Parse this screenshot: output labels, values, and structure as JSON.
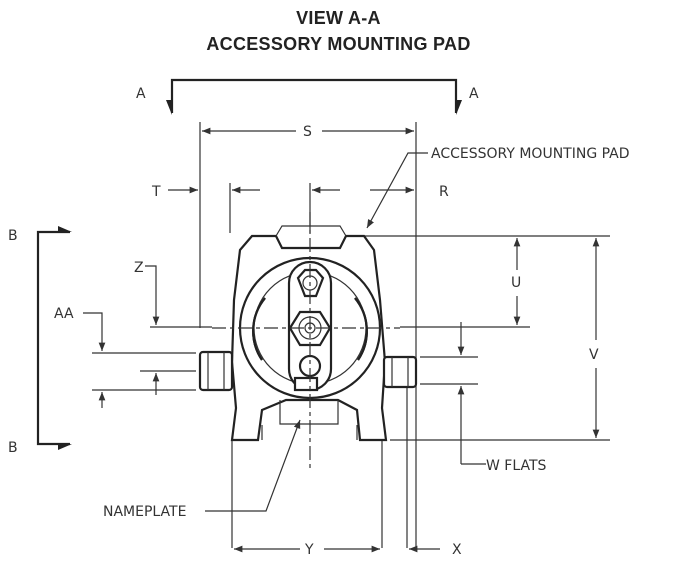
{
  "title_line1": "VIEW A-A",
  "title_line2": "ACCESSORY MOUNTING PAD",
  "labels": {
    "section_a": "A",
    "section_b": "B",
    "S": "S",
    "T": "T",
    "R": "R",
    "U": "U",
    "V": "V",
    "Z": "Z",
    "AA": "AA",
    "W": "W FLATS",
    "Y": "Y",
    "X": "X",
    "pad": "ACCESSORY MOUNTING PAD",
    "nameplate": "NAMEPLATE"
  }
}
